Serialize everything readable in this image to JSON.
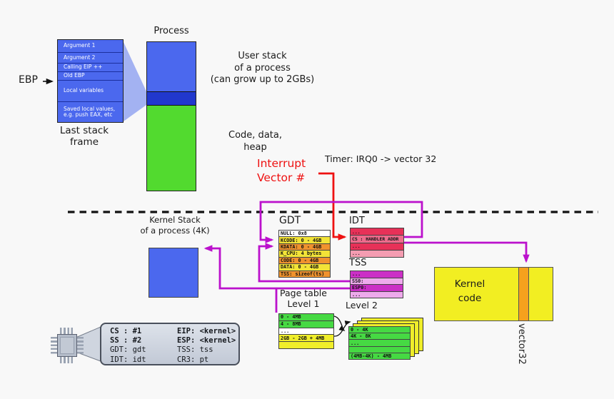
{
  "colors": {
    "background": "#f8f8f8",
    "blue": "#4b68ee",
    "dark_blue_band": "#2138cd",
    "green": "#52da2f",
    "magenta": "#bb11cc",
    "red": "#ee1111",
    "yellow": "#f2e337",
    "orange": "#f0922e",
    "kernel_yellow": "#f2ee22",
    "vector_stripe_orange": "#f5a11d"
  },
  "stack_frame": {
    "register_label": "EBP",
    "rows": [
      {
        "text": "Argument 1"
      },
      {
        "text": "Argument 2"
      },
      {
        "text": "Calling EIP ++"
      },
      {
        "text": "Old EBP"
      },
      {
        "text": "Local variables"
      },
      {
        "text": "Saved local values, e.g. push EAX, etc"
      }
    ],
    "caption_lines": [
      "Last stack",
      "frame"
    ]
  },
  "process": {
    "title": "Process",
    "user_stack_caption_lines": [
      "User stack",
      "of a process",
      "(can grow up to 2GBs)"
    ],
    "code_caption_lines": [
      "Code, data,",
      "heap"
    ]
  },
  "timer_caption": "Timer: IRQ0 -> vector 32",
  "interrupt_caption_lines": [
    "Interrupt",
    "Vector #"
  ],
  "kernel_stack": {
    "caption_lines": [
      "Kernel Stack",
      "of a process (4K)"
    ]
  },
  "gdt": {
    "title": "GDT",
    "rows": [
      {
        "text": "NULL: 0x8",
        "bg": "#ffffff"
      },
      {
        "text": "KCODE: 0 - 4GB",
        "bg": "#f2e337"
      },
      {
        "text": "KDATA: 0 - 4GB",
        "bg": "#f0922e"
      },
      {
        "text": "K_CPU: 4 bytes",
        "bg": "#f2e337"
      },
      {
        "text": "CODE: 0 - 4GB",
        "bg": "#f0922e"
      },
      {
        "text": "DATA: 0 - 4GB",
        "bg": "#f2e337"
      },
      {
        "text": "TSS: sizeof(ts)",
        "bg": "#f0922e"
      }
    ]
  },
  "idt": {
    "title": "IDT",
    "rows": [
      {
        "text": "...",
        "bg": "#e73158"
      },
      {
        "text": "CS : HANDLER ADDR",
        "bg": "#ee6b8c"
      },
      {
        "text": "...",
        "bg": "#e73158"
      },
      {
        "text": "...",
        "bg": "#f49cb1"
      }
    ]
  },
  "tss": {
    "title": "TSS",
    "rows": [
      {
        "text": "...",
        "bg": "#cb2fc6"
      },
      {
        "text": "SS0:",
        "bg": "#eeaaec"
      },
      {
        "text": "ESP0:",
        "bg": "#cb2fc6"
      },
      {
        "text": "...",
        "bg": "#eeaaec"
      }
    ]
  },
  "page_table_l1": {
    "title_lines": [
      "Page table",
      "Level 1"
    ],
    "rows": [
      {
        "text": "0 - 4MB",
        "bg": "#46d943"
      },
      {
        "text": "4 - 8MB",
        "bg": "#46d943"
      },
      {
        "text": "...",
        "bg": "#ffffff"
      },
      {
        "text": "2GB - 2GB + 4MB",
        "bg": "#f0ee2a"
      },
      {
        "text": "",
        "bg": "#f0ee2a"
      }
    ]
  },
  "page_table_l2": {
    "title": "Level 2",
    "rows": [
      {
        "text": "0 - 4K",
        "bg": "#46d943"
      },
      {
        "text": "4K - 8K",
        "bg": "#46d943"
      },
      {
        "text": "...",
        "bg": "#46d943"
      },
      {
        "text": "",
        "bg": "#46d943"
      },
      {
        "text": "(4MB-4K) - 4MB",
        "bg": "#46d943"
      }
    ]
  },
  "kernel_code": {
    "caption_lines": [
      "Kernel",
      "code"
    ],
    "stripe_label": "vector32"
  },
  "cpu": {
    "left_rows": [
      {
        "text": "CS : #1",
        "bold": true
      },
      {
        "text": "SS : #2",
        "bold": true
      },
      {
        "text": "GDT: gdt"
      },
      {
        "text": "IDT: idt"
      }
    ],
    "right_rows": [
      {
        "text": "EIP: <kernel>",
        "bold": true
      },
      {
        "text": "ESP: <kernel>",
        "bold": true
      },
      {
        "text": "TSS: tss"
      },
      {
        "text": "CR3: pt"
      }
    ]
  }
}
